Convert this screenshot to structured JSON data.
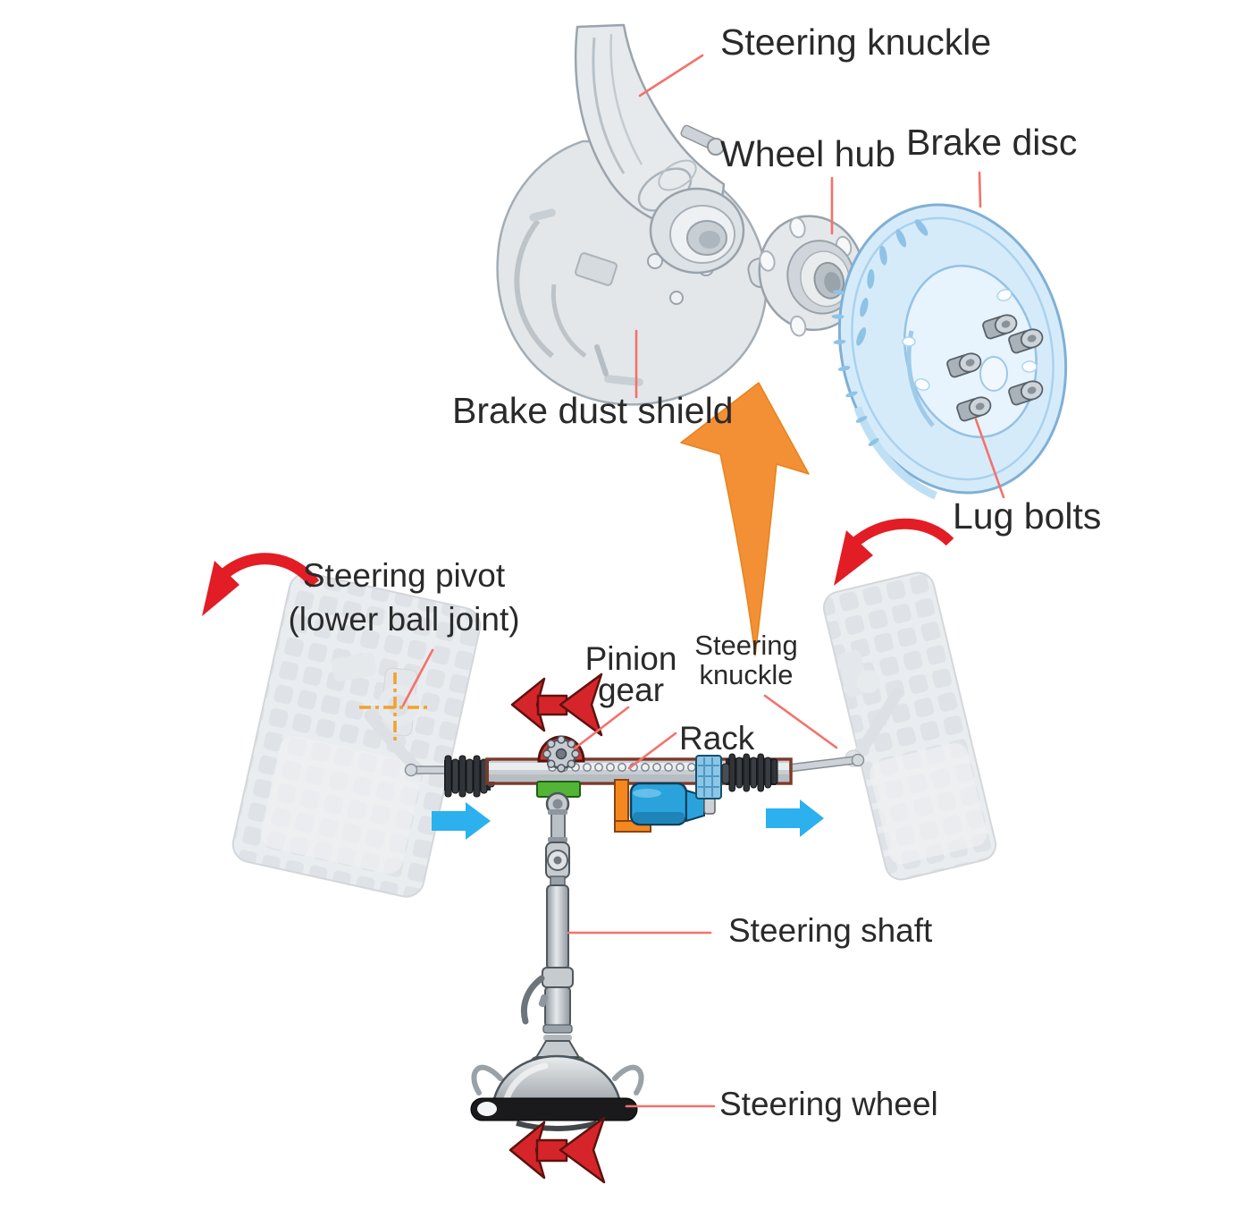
{
  "diagram": {
    "subject": "rack-and-pinion steering system with exploded wheel-end assembly"
  },
  "labels": {
    "steering_knuckle_top": "Steering knuckle",
    "wheel_hub": "Wheel hub",
    "brake_disc": "Brake disc",
    "brake_dust_shield": "Brake dust shield",
    "lug_bolts": "Lug bolts",
    "steering_pivot": {
      "line1": "Steering pivot",
      "line2": "(lower ball joint)"
    },
    "pinion_gear": {
      "line1": "Pinion",
      "line2": "gear"
    },
    "steering_knuckle_right": {
      "line1": "Steering",
      "line2": "knuckle"
    },
    "rack": "Rack",
    "steering_shaft": "Steering shaft",
    "steering_wheel": "Steering wheel"
  },
  "icons": {
    "rotation-arrow-left-icon": "↶",
    "rotation-arrow-right-icon": "↶",
    "assembly-direction-arrow-icon": "⇧",
    "rack-travel-arrow-left-icon": "→",
    "rack-travel-arrow-right-icon": "→",
    "pinion-turn-arrow-icon": "⇦",
    "steering-wheel-turn-arrow-icon": "⇦"
  },
  "colors": {
    "background": "#ffffff",
    "label_text": "#2a2a2a",
    "leader_line": "#f4716b",
    "rotation_arrow_red": "#e21d25",
    "double_arrow_red": "#d6252a",
    "double_arrow_outline": "#5c130f",
    "blue_arrow": "#2cb0ee",
    "orange_arrow": "#f39035",
    "brake_disc_blue": "#d6ebfa",
    "ghost_gray": "#e9ecef",
    "metal_gray": "#c9ced3",
    "green_mount": "#54b437",
    "orange_bracket": "#f5871f",
    "motor_blue": "#2aa3dc",
    "rack_housing_maroon": "#7a3a2b",
    "crosshair_orange": "#f2a12b"
  }
}
